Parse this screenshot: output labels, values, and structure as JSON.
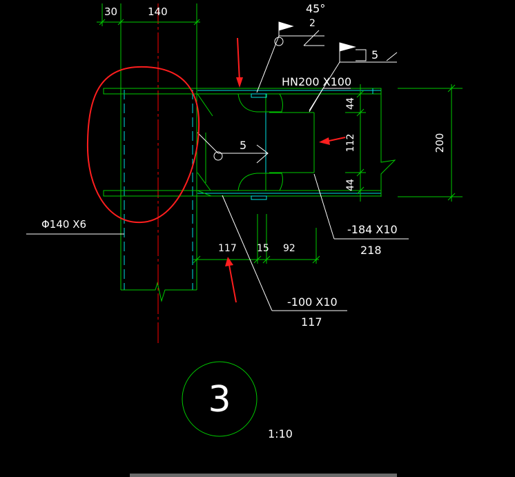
{
  "drawing": {
    "dims": {
      "top_left": "30",
      "top_right": "140",
      "bottom_a": "117",
      "bottom_b": "15",
      "bottom_c": "92",
      "right_top": "44",
      "right_mid": "112",
      "right_bottom": "44",
      "overall_height": "200"
    },
    "labels": {
      "pipe": "Φ140 X6",
      "beam": "HN200 X100",
      "plate_top": "-184 X10",
      "plate_top_length": "218",
      "plate_bottom": "-100 X10",
      "plate_bottom_length": "117"
    },
    "weld": {
      "angle": "45°",
      "size_groove": "2",
      "size_flag": "5",
      "size_side": "5"
    },
    "detail": {
      "number": "3",
      "scale": "1:10"
    },
    "colors": {
      "background": "#000000",
      "outline": "#00cc00",
      "hidden": "#00e5e5",
      "centerline": "#ff0000",
      "text": "#ffffff",
      "markup": "#ff1e1e"
    }
  }
}
